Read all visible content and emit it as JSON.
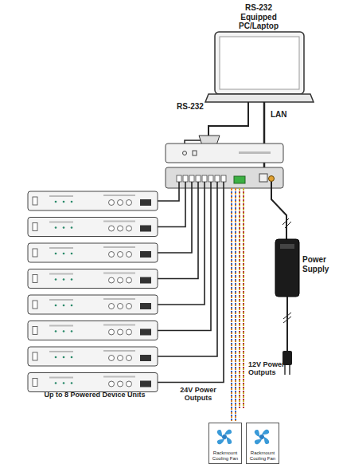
{
  "diagram": {
    "nodes": [
      {
        "text": [
          "RS-232 Equipped PC/Laptop"
        ]
      },
      {
        "text": [
          "Power Supply"
        ]
      },
      {
        "text": [
          "Rackmount Cooling Fan"
        ]
      },
      {
        "text": [
          "Rackmount Cooling Fan"
        ]
      }
    ],
    "labels": [
      "RS-232",
      "LAN",
      "12V Power Outputs",
      "24V Power Outputs",
      "Up to 8 Powered Device Units"
    ]
  }
}
